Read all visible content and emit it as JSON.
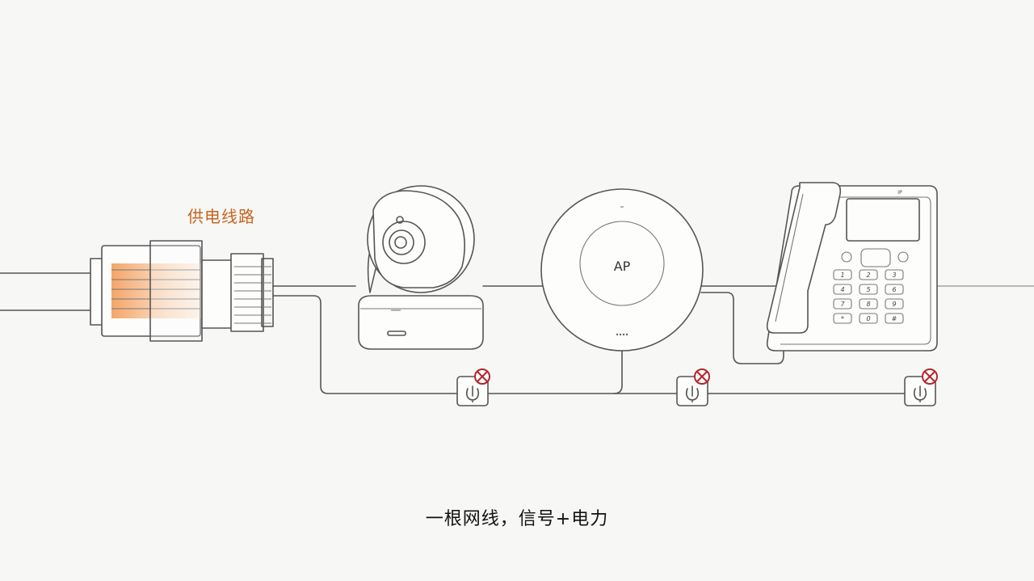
{
  "labels": {
    "power_line": "供电线路",
    "caption": "一根网线，信号+电力",
    "ap": "AP",
    "phone_brand": "IP",
    "phone_keys": [
      "1",
      "2",
      "3",
      "4",
      "5",
      "6",
      "7",
      "8",
      "9",
      "*",
      "0",
      "#"
    ]
  },
  "colors": {
    "accent": "#c8641e",
    "stroke": "#555555",
    "no_symbol": "#b3262b",
    "background": "#f7f7f6"
  },
  "icons": [
    "rj45-connector",
    "security-camera",
    "access-point",
    "ip-phone",
    "power-outlet-icon",
    "no-power-icon"
  ]
}
